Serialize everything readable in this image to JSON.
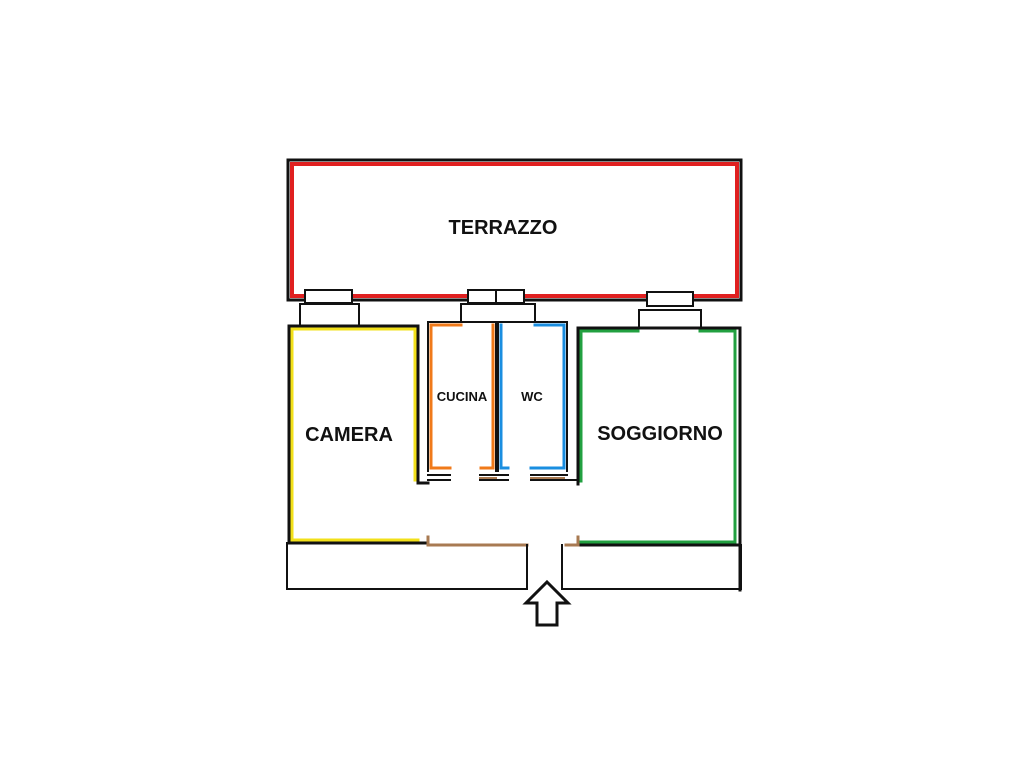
{
  "rooms": {
    "terrazzo": {
      "label": "TERRAZZO",
      "color": "#e02020"
    },
    "camera": {
      "label": "CAMERA",
      "color": "#f2e01a"
    },
    "cucina": {
      "label": "CUCINA",
      "color": "#f07a1a"
    },
    "wc": {
      "label": "WC",
      "color": "#1a8ee0"
    },
    "soggiorno": {
      "label": "SOGGIORNO",
      "color": "#22a040"
    }
  },
  "colors": {
    "wall": "#111111",
    "corridor": "#a87a52",
    "background": "#ffffff"
  },
  "entrance": {
    "icon": "up-arrow-icon"
  }
}
